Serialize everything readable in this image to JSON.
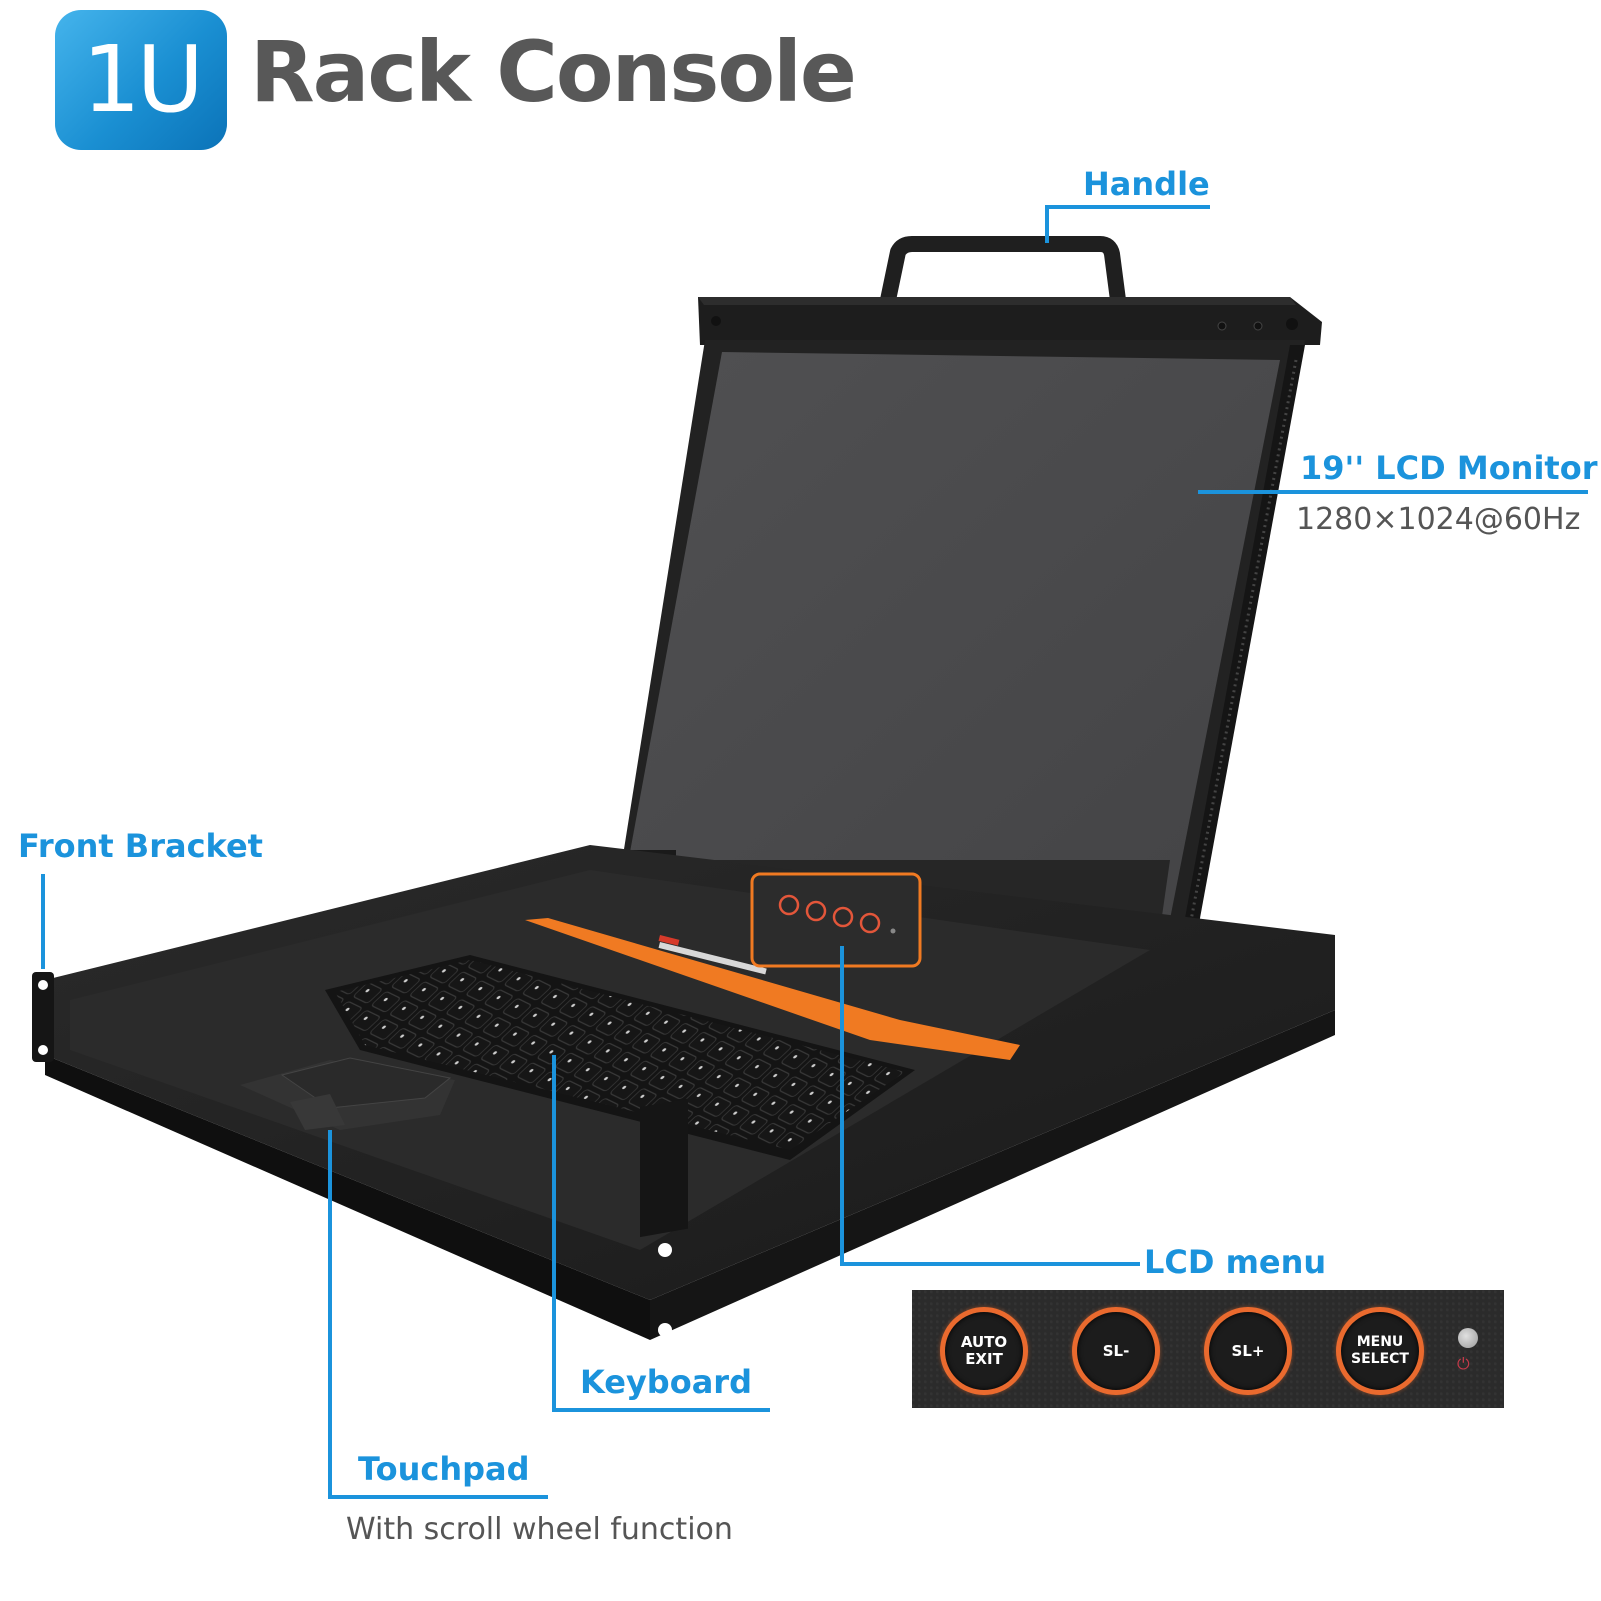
{
  "header": {
    "badge": "1U",
    "title": "Rack Console",
    "badge_color": "#1b8fd4",
    "title_color": "#585858"
  },
  "callouts": {
    "handle": {
      "label": "Handle"
    },
    "monitor": {
      "label": "19'' LCD Monitor",
      "detail": "1280×1024@60Hz"
    },
    "front_bracket": {
      "label": "Front Bracket"
    },
    "lcd_menu": {
      "label": "LCD menu"
    },
    "keyboard": {
      "label": "Keyboard"
    },
    "touchpad": {
      "label": "Touchpad",
      "detail": "With scroll wheel function"
    }
  },
  "lcd_menu_panel": {
    "buttons": [
      {
        "label_line1": "AUTO",
        "label_line2": "EXIT"
      },
      {
        "label_line1": "SL-",
        "label_line2": ""
      },
      {
        "label_line1": "SL+",
        "label_line2": ""
      },
      {
        "label_line1": "MENU",
        "label_line2": "SELECT"
      }
    ],
    "power_icon": "power-icon",
    "accent_color": "#ea6a2e"
  },
  "colors": {
    "callout_blue": "#1b93dc",
    "accent_orange": "#f07a22",
    "chassis": "#1e1e1e",
    "screen": "#4a4a4c"
  }
}
